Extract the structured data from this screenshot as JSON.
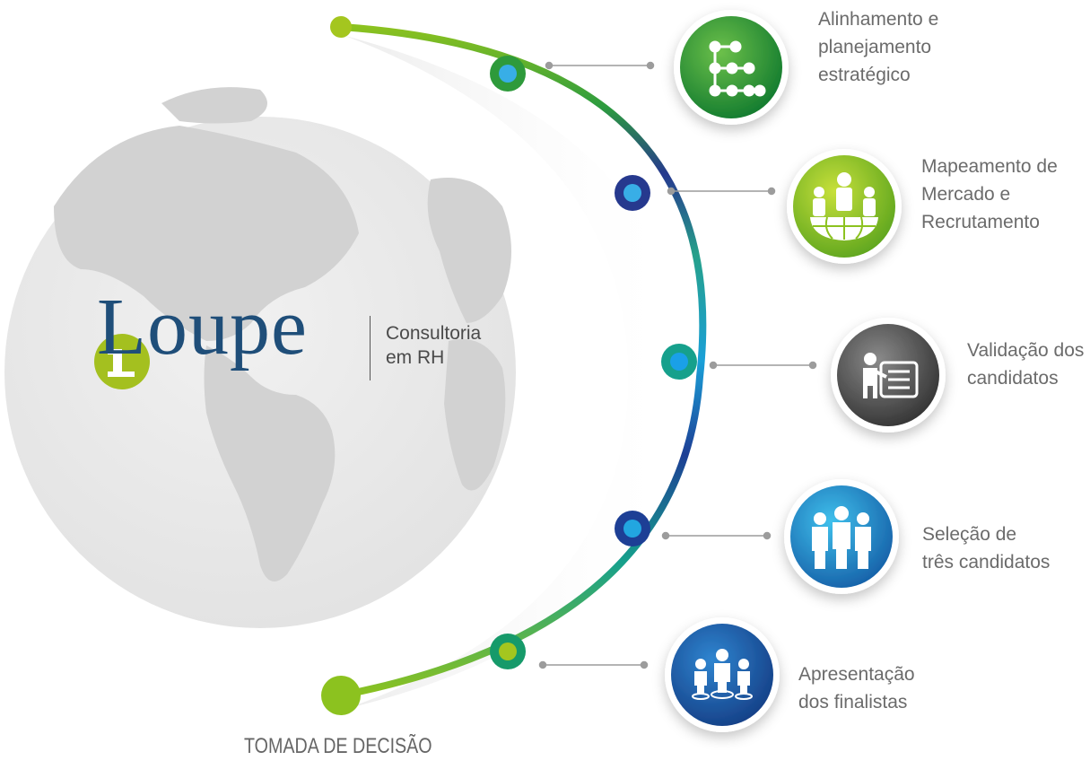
{
  "logo": {
    "wordmark": "Loupe",
    "tagline_line1": "Consultoria",
    "tagline_line2": "em RH",
    "brand_color": "#1f4e79",
    "accent_color": "#a4c01f"
  },
  "steps": [
    {
      "line1": "Alinhamento e",
      "line2": "planejamento",
      "line3": "estratégico",
      "icon": "process-tree-icon",
      "color": "#2e9a3b"
    },
    {
      "line1": "Mapeamento de",
      "line2": "Mercado e",
      "line3": "Recrutamento",
      "icon": "team-globe-icon",
      "color": "#8cc21f"
    },
    {
      "line1": "Validação dos",
      "line2": "candidatos",
      "icon": "presenter-board-icon",
      "color": "#555555"
    },
    {
      "line1": "Seleção de",
      "line2": "três candidatos",
      "icon": "three-people-icon",
      "color": "#1a86c7"
    },
    {
      "line1": "Apresentação",
      "line2": "dos finalistas",
      "icon": "people-podium-icon",
      "color": "#1f5ea3"
    }
  ],
  "final_step": "TOMADA DE DECISÃO"
}
